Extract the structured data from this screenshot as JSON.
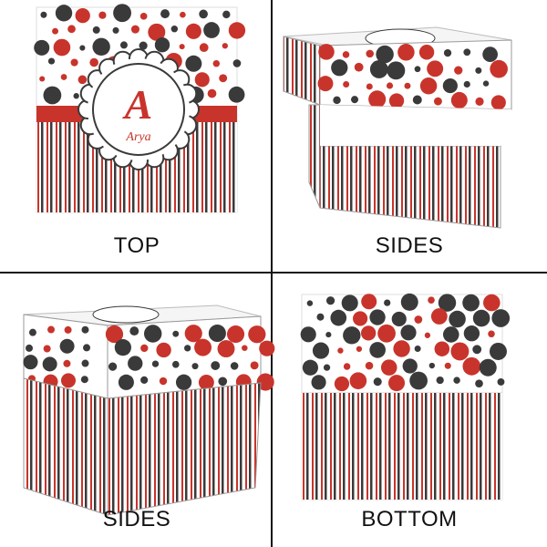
{
  "panels": [
    {
      "label": "TOP"
    },
    {
      "label": "SIDES"
    },
    {
      "label": "SIDES"
    },
    {
      "label": "BOTTOM"
    }
  ],
  "monogram": {
    "initial": "A",
    "name": "Arya"
  },
  "colors": {
    "red": "#c8342b",
    "dark": "#3a3a3a",
    "white": "#ffffff",
    "divider": "#111111"
  },
  "pattern": {
    "top": "polka-dots",
    "bottom": "vertical-stripes",
    "band": "red-ribbon"
  }
}
